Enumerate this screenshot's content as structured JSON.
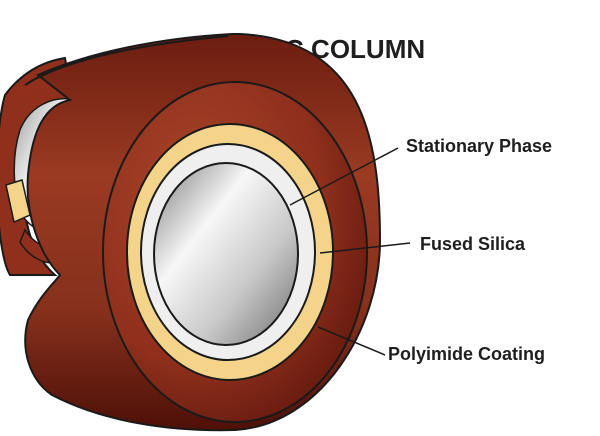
{
  "title": "GC COLUMN",
  "labels": {
    "stationary_phase": "Stationary Phase",
    "fused_silica": "Fused Silica",
    "polyimide_coating": "Polyimide Coating"
  },
  "colors": {
    "polyimide": "#8f2f1c",
    "polyimide_dark": "#4e1008",
    "stationary_phase": "#f3d48a",
    "fused_silica": "#eeeeee",
    "bore": "#b5b5b5",
    "outline": "#1a1a1a"
  }
}
